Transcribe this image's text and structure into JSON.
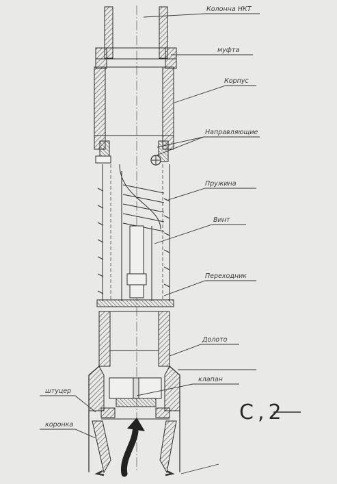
{
  "labels": {
    "tubing": "Колонна НКТ",
    "coupling": "муфта",
    "body": "Корпус",
    "guides": "Направляющие",
    "spring": "Пружина",
    "screw": "Винт",
    "adapter": "Переходник",
    "bit": "Долото",
    "valve": "клапан",
    "nozzle": "штуцер",
    "crown": "коронка"
  },
  "handwritten_note": "С,2"
}
